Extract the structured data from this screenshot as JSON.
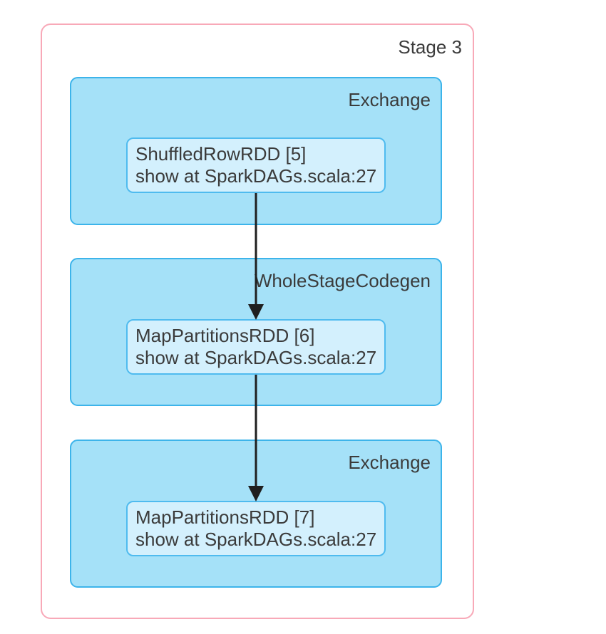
{
  "diagram": {
    "stage_label": "Stage 3",
    "operators": [
      {
        "label": "Exchange",
        "node": {
          "name": "ShuffledRowRDD [5]",
          "callsite": "show at SparkDAGs.scala:27"
        }
      },
      {
        "label": "WholeStageCodegen",
        "node": {
          "name": "MapPartitionsRDD [6]",
          "callsite": "show at SparkDAGs.scala:27"
        }
      },
      {
        "label": "Exchange",
        "node": {
          "name": "MapPartitionsRDD [7]",
          "callsite": "show at SparkDAGs.scala:27"
        }
      }
    ],
    "edges": [
      {
        "from": "ShuffledRowRDD [5]",
        "to": "MapPartitionsRDD [6]"
      },
      {
        "from": "MapPartitionsRDD [6]",
        "to": "MapPartitionsRDD [7]"
      }
    ],
    "colors": {
      "stage_border": "#f8a9b8",
      "stage_fill": "#ffffff",
      "operator_fill": "#a5e1f8",
      "operator_border": "#3db4ea",
      "node_fill": "#d3f0fd",
      "node_border": "#4fbbef",
      "text": "#3b3b3b",
      "arrow": "#1f1f1f",
      "background": "#ffffff"
    }
  }
}
